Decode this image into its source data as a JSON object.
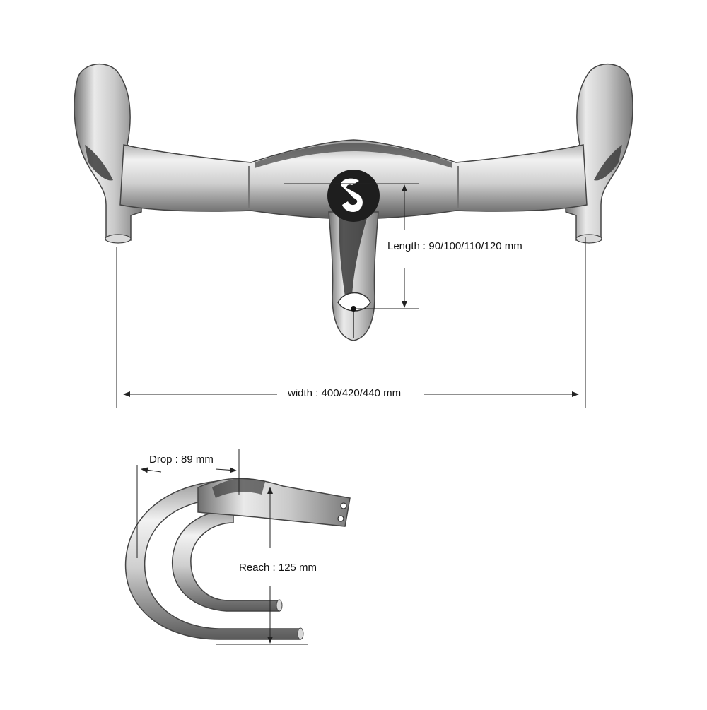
{
  "dimensions": {
    "length": "Length : 90/100/110/120 mm",
    "width": "width : 400/420/440 mm",
    "drop": "Drop : 89 mm",
    "reach": "Reach : 125 mm"
  },
  "colors": {
    "background": "#ffffff",
    "line": "#222222",
    "metal_light": "#eeeeee",
    "metal_mid": "#b9b9b9",
    "metal_dark": "#3a3a3a"
  }
}
